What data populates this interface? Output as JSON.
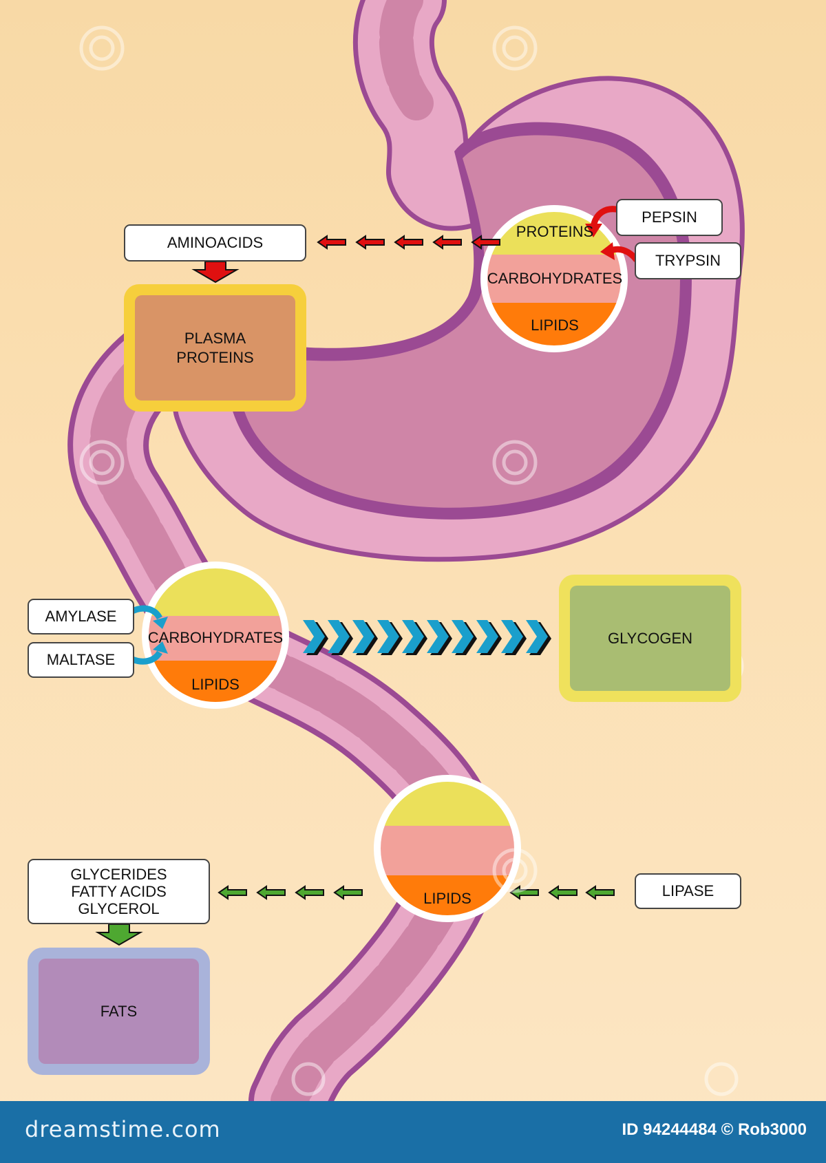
{
  "labels": {
    "aminoacids": "AMINOACIDS",
    "pepsin": "PEPSIN",
    "trypsin": "TRYPSIN",
    "amylase": "AMYLASE",
    "maltase": "MALTASE",
    "lipase": "LIPASE",
    "glycerides_products": "GLYCERIDES\nFATTY ACIDS\nGLYCEROL"
  },
  "boxes": {
    "plasma_proteins": "PLASMA\nPROTEINS",
    "glycogen": "GLYCOGEN",
    "fats": "FATS"
  },
  "circles": {
    "stomach": {
      "proteins": "PROTEINS",
      "carbohydrates": "CARBOHYDRATES",
      "lipids": "LIPIDS"
    },
    "upper_intestine": {
      "carbohydrates": "CARBOHYDRATES",
      "lipids": "LIPIDS"
    },
    "lower_intestine": {
      "lipids": "LIPIDS"
    }
  },
  "colors": {
    "proteins_band": "#ebe05a",
    "carbohydrates_band": "#f2a19a",
    "lipids_band": "#ff7b0a",
    "red_arrow": "#e01010",
    "cyan_arrow": "#1a9fcc",
    "green_arrow": "#4ea831",
    "stomach_fill": "#cf85a7",
    "stomach_outline": "#9b4a93"
  },
  "footer": {
    "brand": "dreamstime.com",
    "id": "ID 94244484 © Rob3000"
  }
}
